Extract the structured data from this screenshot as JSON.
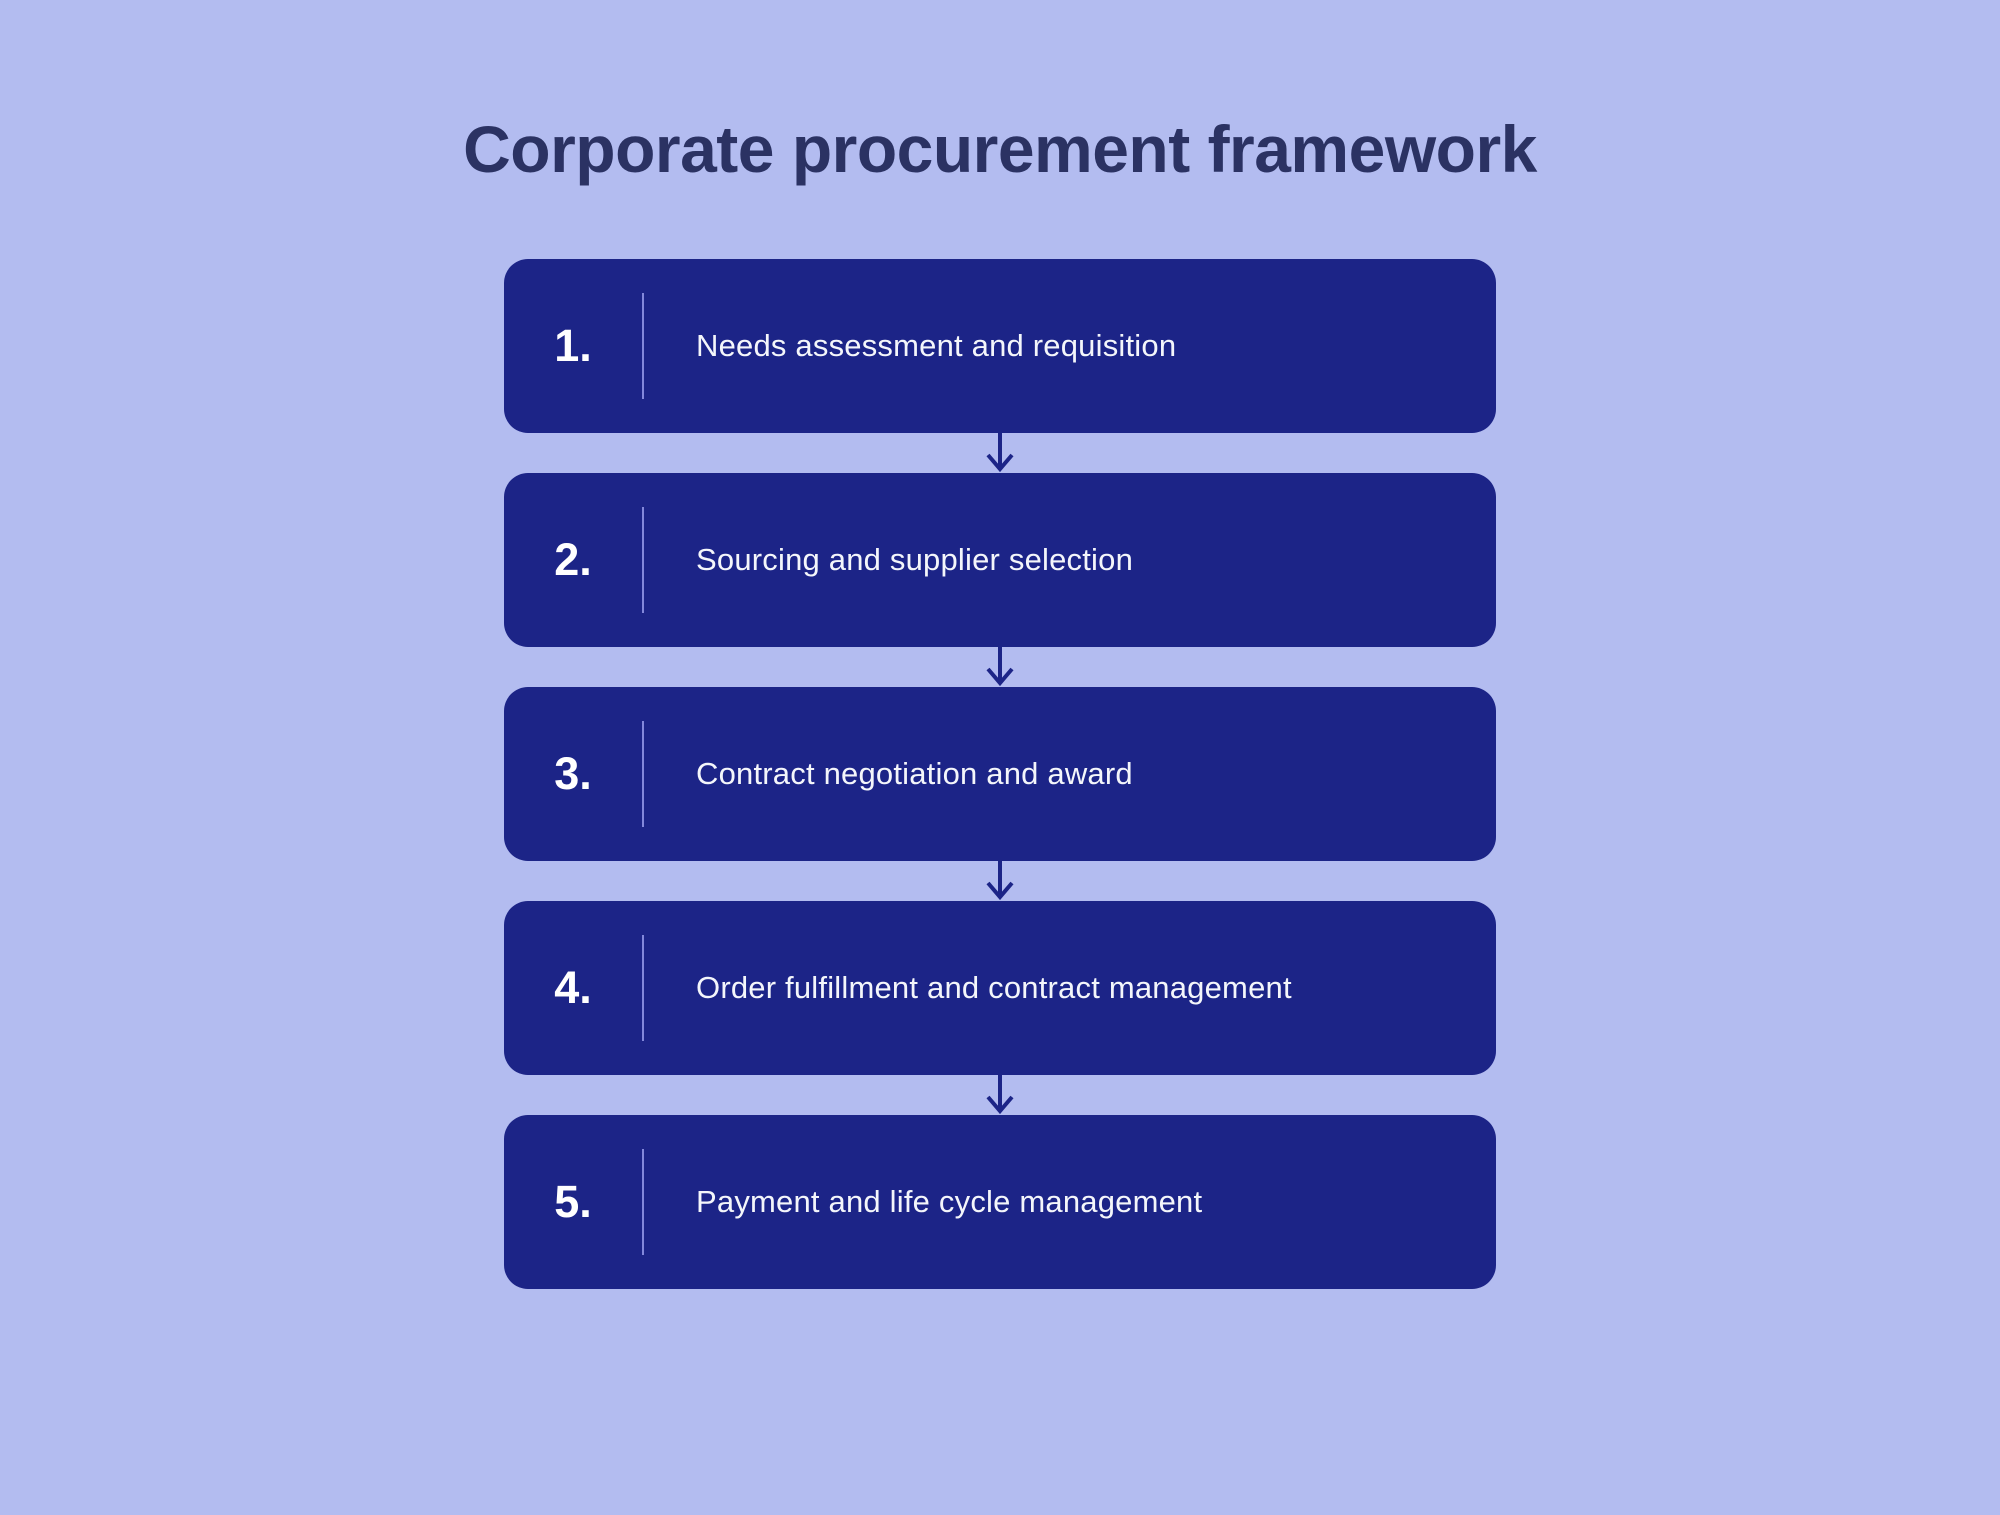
{
  "title": "Corporate procurement framework",
  "steps": [
    {
      "number": "1.",
      "label": "Needs assessment and requisition"
    },
    {
      "number": "2.",
      "label": "Sourcing and supplier selection"
    },
    {
      "number": "3.",
      "label": "Contract negotiation and award"
    },
    {
      "number": "4.",
      "label": "Order fulfillment and contract management"
    },
    {
      "number": "5.",
      "label": "Payment and life cycle management"
    }
  ],
  "icons": {
    "between_steps": "down-arrow-icon"
  },
  "colors": {
    "background": "#b3bcf0",
    "box": "#1c2487",
    "title": "#2b3263",
    "divider": "#8388db",
    "arrow": "#1c2487",
    "text": "#f4f6fb"
  }
}
